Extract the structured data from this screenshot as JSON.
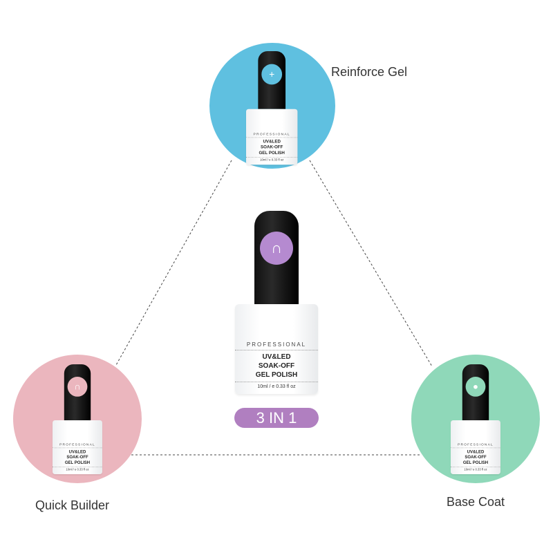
{
  "center_product": {
    "badge_label": "3 IN 1",
    "professional": "PROFESSIONAL",
    "line1": "UV&LED",
    "line2": "SOAK-OFF",
    "line3": "GEL POLISH",
    "volume": "10ml / e 0.33 fl oz",
    "badge_color": "#b07fc0"
  },
  "products": [
    {
      "name": "Reinforce Gel",
      "color": "#5fc0e0"
    },
    {
      "name": "Quick Builder",
      "color": "#ebb6be"
    },
    {
      "name": "Base Coat",
      "color": "#8fd8b9"
    }
  ]
}
